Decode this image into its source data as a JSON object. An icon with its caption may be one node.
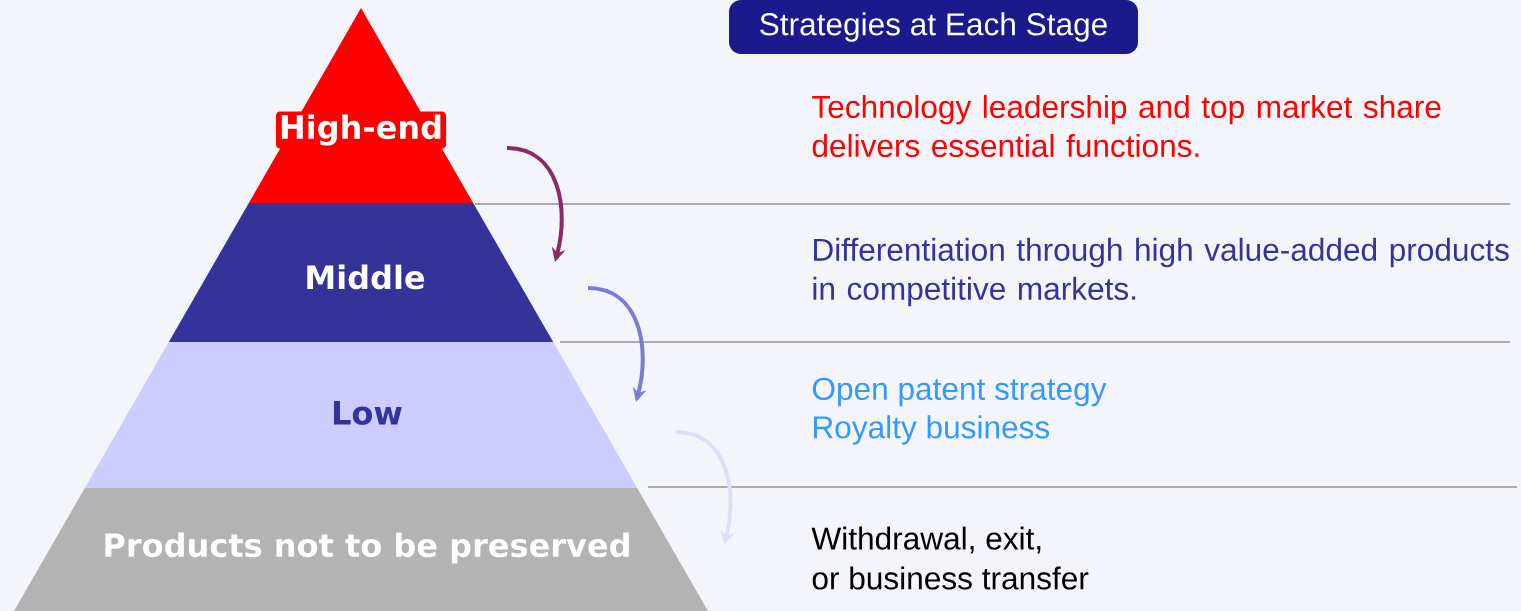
{
  "diagram": {
    "nodes": [
      {
        "text": [
          "High-end"
        ]
      },
      {
        "text": [
          "Middle"
        ]
      },
      {
        "text": [
          "Low"
        ]
      },
      {
        "text": [
          "Products not to be preserved"
        ]
      },
      {
        "text": [
          "Strategies at Each Stage"
        ]
      }
    ],
    "edges": [
      {
        "from": 0,
        "to": 1,
        "arrow": "to",
        "color": "#8a2a62"
      },
      {
        "from": 1,
        "to": 2,
        "arrow": "to",
        "color": "#7c7cd6"
      },
      {
        "from": 2,
        "to": 3,
        "arrow": "to",
        "color": "#dedef6"
      }
    ],
    "labels": [
      "Technology leadership and top market share delivers essential functions.",
      "Differentiation through high value-added products in competitive markets.",
      "Open patent strategy",
      "Royalty business",
      "Withdrawal, exit,",
      "or business transfer"
    ]
  }
}
